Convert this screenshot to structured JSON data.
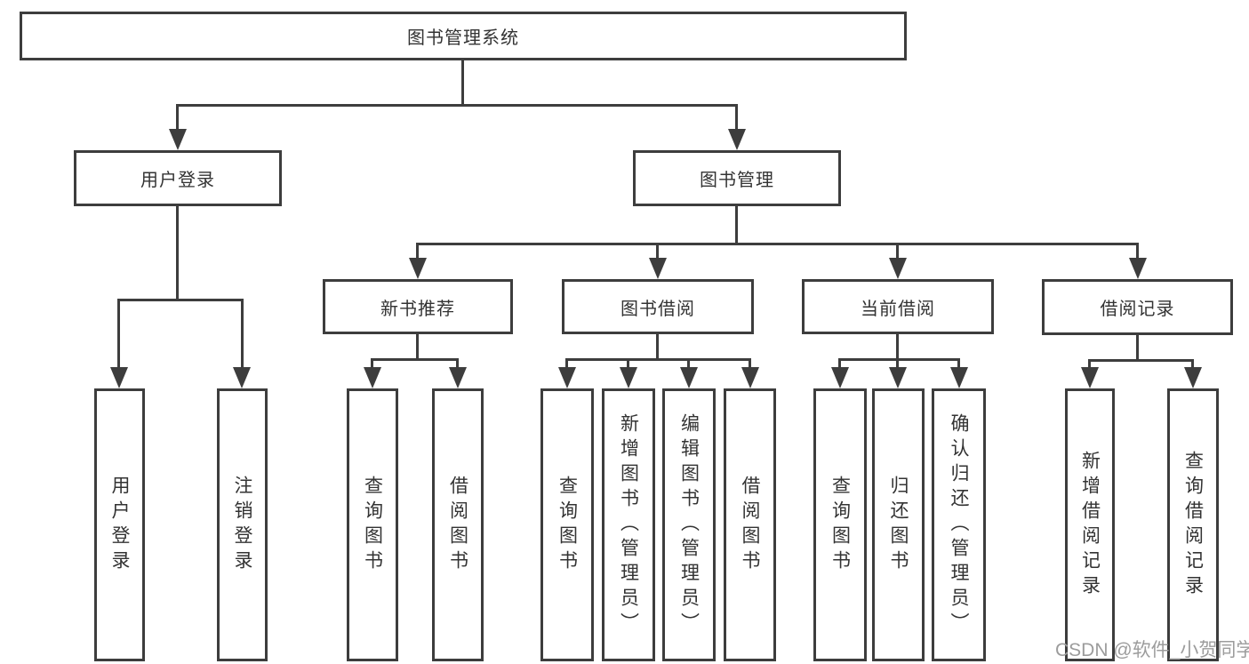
{
  "nodes": {
    "root": "图书管理系统",
    "user_login": "用户登录",
    "book_mgmt": "图书管理",
    "new_book": "新书推荐",
    "book_borrow": "图书借阅",
    "current_borrow": "当前借阅",
    "borrow_records": "借阅记录"
  },
  "leaves": {
    "user_login": [
      "用户登录",
      "注销登录"
    ],
    "new_book": [
      "查询图书",
      "借阅图书"
    ],
    "book_borrow": [
      "查询图书",
      "新增图书（管理员）",
      "编辑图书（管理员）",
      "借阅图书"
    ],
    "current_borrow": [
      "查询图书",
      "归还图书",
      "确认归还（管理员）"
    ],
    "borrow_records": [
      "新增借阅记录",
      "查询借阅记录"
    ]
  },
  "watermark": "CSDN @软件_小贺同学",
  "colors": {
    "line": "#3d3d3d",
    "text": "#333333",
    "watermark": "#9c9c9c",
    "background": "#ffffff"
  }
}
